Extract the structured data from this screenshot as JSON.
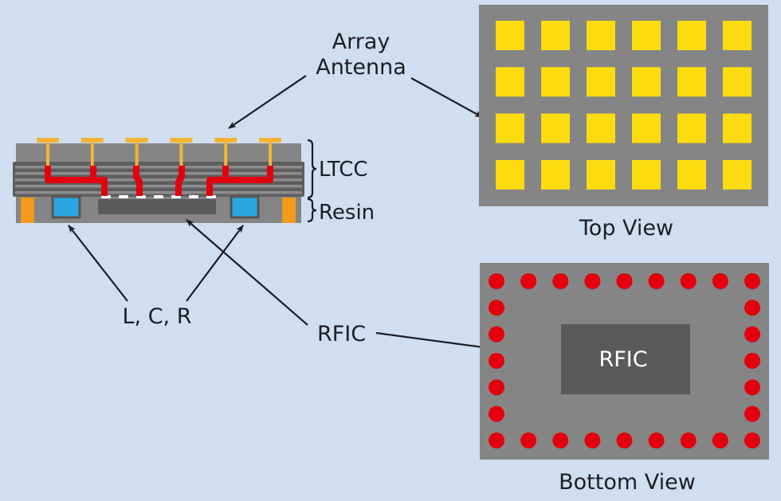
{
  "labels": {
    "array_antenna_line1": "Array",
    "array_antenna_line2": "Antenna",
    "ltcc": "LTCC",
    "resin": "Resin",
    "lcr": "L, C, R",
    "rfic_callout": "RFIC",
    "rfic_chip": "RFIC",
    "top_view": "Top View",
    "bottom_view": "Bottom View"
  },
  "colors": {
    "background": "#cfdff0",
    "substrate_gray": "#858585",
    "layer_dark": "#5e5e5e",
    "antenna_patch": "#fddc0f",
    "antenna_feed": "#f5b335",
    "via_red": "#e3000f",
    "bump_white": "#ffffff",
    "rfic_die": "#5a5a5a",
    "passive_blue": "#2ba6e2",
    "side_terminal_orange": "#f39a1a",
    "arrow": "#1c1e24"
  },
  "top_view": {
    "patch_rows": 4,
    "patch_cols": 6
  },
  "bottom_view": {
    "pad_top_row_count": 9,
    "pad_bottom_row_count": 9,
    "pad_side_column_count": 5
  },
  "cross_section": {
    "antenna_elements": 6,
    "ltcc_layers": 5,
    "bumps": 7,
    "passive_components": 2,
    "side_terminals": 2
  }
}
